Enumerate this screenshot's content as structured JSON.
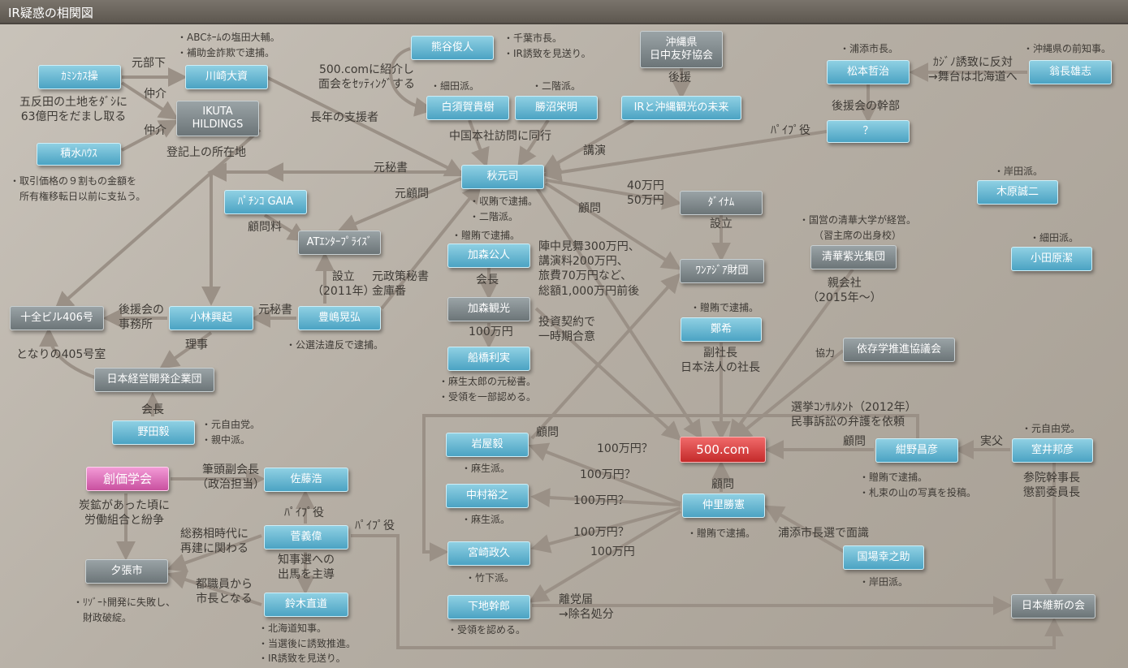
{
  "title": "IR疑惑の相関図",
  "nodes": {
    "kaminkasu": "ｶﾐﾝｶｽ操",
    "kawasaki": "川崎大資",
    "ikuta": "IKUTA\nHILDINGS",
    "sekisui": "積水ﾊｳｽ",
    "kumagai": "熊谷俊人",
    "shirasuga": "白須賀貴樹",
    "katsunuma": "勝沼栄明",
    "okinawa_kyokai": "沖縄県\n日中友好協会",
    "ir_okinawa": "IRと沖縄観光の未来",
    "matsumoto": "松本哲治",
    "onaga": "翁長雄志",
    "question": "？",
    "akimoto": "秋元司",
    "pachinko": "ﾊﾟﾁﾝｺ GAIA",
    "at_enterprise": "ATｴﾝﾀｰﾌﾟﾗｲｽﾞ",
    "dynam": "ﾀﾞｲﾅﾑ",
    "kihara": "木原誠二",
    "odawara": "小田原潔",
    "one_asia": "ﾜﾝｱｼﾞｱ財団",
    "kamori_kimihito": "加森公人",
    "kamori_kanko": "加森観光",
    "funabashi": "船橋利実",
    "seika": "清華紫光集団",
    "tei": "鄭希",
    "izon": "依存学推進協議会",
    "jissen406": "十全ビル406号",
    "kobayashi": "小林興起",
    "toyoshima": "豊嶋晃弘",
    "nihon_keiei": "日本経営開発企業団",
    "noda": "野田毅",
    "iwaya": "岩屋毅",
    "nakamura": "中村裕之",
    "miyazaki": "宮崎政久",
    "shimoji": "下地幹郎",
    "com500": "500.com",
    "konno": "紺野昌彦",
    "muroi": "室井邦彦",
    "nakazato": "仲里勝憲",
    "kokuba": "国場幸之助",
    "ishin": "日本維新の会",
    "soka": "創価学会",
    "sato": "佐藤浩",
    "suga": "菅義偉",
    "yubari": "夕張市",
    "suzuki": "鈴木直道"
  },
  "labels": {
    "genbu_shita": "元部下",
    "chukai1": "仲介",
    "chukai2": "仲介",
    "gotanda": "五反田の土地をﾀﾞｼに\n63億円をだまし取る",
    "toki": "登記上の所在地",
    "choukinen": "長年の支援者",
    "shokai": "500.comに紹介し\n面会をｾｯﾃｨﾝｸﾞする",
    "china_visit": "中国本社訪問に同行",
    "kouen_support": "後援",
    "kouenkai_kanbu": "後援会の幹部",
    "casino_hantai": "ｶｼﾞﾉ誘致に反対\n→舞台は北海道へ",
    "pipe1": "ﾊﾟｲﾌﾟ役",
    "kouen_speech": "講演",
    "moto_hisho1": "元秘書",
    "moto_komon": "元顧問",
    "money_dynam": "40万円\n50万円",
    "setsuritsu1": "設立",
    "komon_akimoto": "顧問",
    "komonryo": "顧問料",
    "setsuritsu2": "設立\n（2011年）",
    "moto_seisaku": "元政策秘書\n金庫番",
    "kaichou1": "会長",
    "yen100": "100万円",
    "chinchu": "陣中見舞300万円、\n講演料200万円、\n旅費70万円など、\n総額1,000万円前後",
    "toushi": "投資契約で\n一時期合意",
    "oyagaisha": "親会社\n（2015年〜）",
    "fuku_shacho": "副社長\n日本法人の社長",
    "kyoryoku": "協力",
    "kouenkai_jimusho": "後援会の\n事務所",
    "moto_hisho2": "元秘書",
    "tonari": "となりの405号室",
    "riji": "理事",
    "kaichou2": "会長",
    "senkyo": "選挙ｺﾝｻﾙﾀﾝﾄ（2012年）\n民事訴訟の弁護を依頼",
    "komon_iwaya": "顧問",
    "komon_konno": "顧問",
    "jippu": "実父",
    "m100q1": "100万円？",
    "m100q2": "100万円？",
    "m100q3": "100万円？",
    "m100q4": "100万円？",
    "m100": "100万円",
    "komon_nakazato": "顧問",
    "urasoe": "浦添市長選で面識",
    "ritou": "離党届\n→除名処分",
    "sanin": "参院幹事長\n懲罰委員長",
    "hittou": "筆頭副会長\n（政治担当）",
    "pipe2": "ﾊﾟｲﾌﾟ役",
    "pipe3": "ﾊﾟｲﾌﾟ役",
    "tanko": "炭鉱があった頃に\n労働組合と紛争",
    "somu": "総務相時代に\n再建に関わる",
    "chijisen": "知事選への\n出馬を主導",
    "tokyo_shokuin": "都職員から\n市長となる"
  },
  "notes": {
    "kawasaki": "・ABCﾎｰﾑの塩田大輔。\n・補助金詐欺で逮捕。",
    "kumagai": "・千葉市長。\n・IR誘致を見送り。",
    "shirasuga": "・細田派。",
    "katsunuma": "・二階派。",
    "matsumoto": "・浦添市長。",
    "onaga": "・沖縄県の前知事。",
    "sekisui": "・取引価格の９割もの金額を\n　所有権移転日以前に支払う。",
    "akimoto": "・収賄で逮捕。\n・二階派。",
    "kihara": "・岸田派。",
    "odawara": "・細田派。",
    "kamori": "・贈賄で逮捕。",
    "seika": "・国営の清華大学が経営。\n（習主席の出身校）",
    "tei": "・贈賄で逮捕。",
    "toyoshima": "・公選法違反で逮捕。",
    "funabashi": "・麻生太郎の元秘書。\n・受領を一部認める。",
    "noda": "・元自由党。\n・親中派。",
    "muroi": "・元自由党。",
    "iwaya": "・麻生派。",
    "konno": "・贈賄で逮捕。\n・札束の山の写真を投稿。",
    "nakamura": "・麻生派。",
    "nakazato": "・贈賄で逮捕。",
    "miyazaki": "・竹下派。",
    "kokuba": "・岸田派。",
    "shimoji": "・受領を認める。",
    "yubari": "・ﾘｿﾞｰﾄ開発に失敗し、\n　財政破綻。",
    "suzuki": "・北海道知事。\n・当選後に誘致推進。\n・IR誘致を見送り。"
  }
}
